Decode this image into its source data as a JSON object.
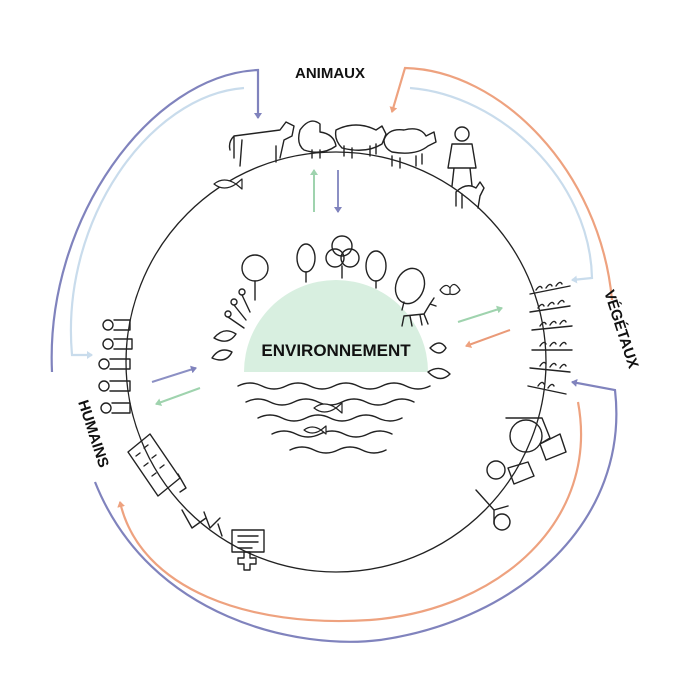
{
  "labels": {
    "animaux": "ANIMAUX",
    "vegetaux": "VÉGÉTAUX",
    "humains": "HUMAINS",
    "environnement": "ENVIRONNEMENT"
  },
  "colors": {
    "blue_arc": "#8083bd",
    "light_blue_arc": "#c9dcec",
    "orange_arc": "#eea27f",
    "green_arrow": "#9fd3ae",
    "blue_arrow": "#8c90c4",
    "orange_arrow": "#ea9a78",
    "environment_fill": "#d8efe0",
    "ink": "#222222"
  },
  "icons": [
    "cow-icon",
    "chicken-icon",
    "pig-icon",
    "sheep-icon",
    "farmer-icon",
    "dog-icon",
    "fish-icon",
    "tree-icon",
    "bat-icon",
    "deer-icon",
    "leaf-icon",
    "flower-icon",
    "wave-icon",
    "crop-icon",
    "tractor-icon",
    "farmer-tractor-icon",
    "person-icon",
    "building-icon",
    "pharmacy-icon",
    "cheese-icon"
  ]
}
